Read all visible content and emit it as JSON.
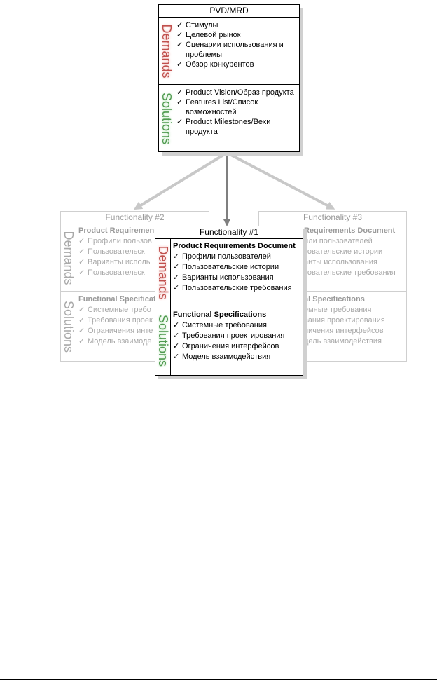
{
  "top_box": {
    "title": "PVD/MRD",
    "demands_label": "Demands",
    "solutions_label": "Solutions",
    "demands_items": [
      "Стимулы",
      "Целевой рынок",
      "Сценарии использования и проблемы",
      "Обзор конкурентов"
    ],
    "solutions_items": [
      "Product Vision/Образ продукта",
      "Features List/Список возможностей",
      "Product Milestones/Вехи продукта"
    ]
  },
  "func1": {
    "title": "Functionality #1",
    "demands_label": "Demands",
    "solutions_label": "Solutions",
    "prd_heading": "Product Requirements Document",
    "prd_items": [
      "Профили пользователей",
      "Пользовательские истории",
      "Варианты использования",
      "Пользовательские требования"
    ],
    "fs_heading": "Functional Specifications",
    "fs_items": [
      "Системные требования",
      "Требования проектирования",
      "Ограничения интерфейсов",
      "Модель взаимодействия"
    ]
  },
  "func2": {
    "title": "Functionality #2",
    "demands_label": "Demands",
    "solutions_label": "Solutions",
    "prd_heading": "Product Requirement",
    "prd_items": [
      "Профили пользов",
      "Пользовательск",
      "Варианты исполь",
      "Пользовательск"
    ],
    "fs_heading": "Functional Specificatio",
    "fs_items": [
      "Системные требо",
      "Требования проек",
      "Ограничения инте",
      "Модель взаимоде"
    ]
  },
  "func3": {
    "title": "Functionality #3",
    "prd_heading": "Requirements Document",
    "prd_items": [
      "или пользователей",
      "зовательские истории",
      "анты использования",
      "зовательские требования"
    ],
    "fs_heading": "al Specifications",
    "fs_items": [
      "емные требования",
      "вания проектирования",
      "ничения интерфейсов",
      "дель взаимодействия"
    ]
  },
  "check_glyph": "✓",
  "colors": {
    "demands": "#c0504d",
    "solutions": "#4f9a4f",
    "main_arrow": "#7f7f7f",
    "side_arrow": "#c8c8c8"
  }
}
